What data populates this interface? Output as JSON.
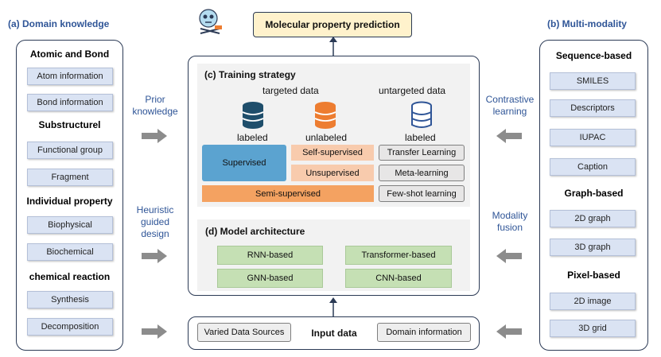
{
  "top_box": "Molecular property prediction",
  "left": {
    "header": "(a) Domain knowledge",
    "sections": [
      {
        "title": "Atomic and Bond",
        "items": [
          "Atom information",
          "Bond  information"
        ]
      },
      {
        "title": "Substructurel",
        "items": [
          "Functional group",
          "Fragment"
        ]
      },
      {
        "title": "Individual property",
        "items": [
          "Biophysical",
          "Biochemical"
        ]
      },
      {
        "title": "chemical reaction",
        "items": [
          "Synthesis",
          "Decomposition"
        ]
      }
    ]
  },
  "right": {
    "header": "(b) Multi-modality",
    "sections": [
      {
        "title": "Sequence-based",
        "items": [
          "SMILES",
          "Descriptors",
          "IUPAC",
          "Caption"
        ]
      },
      {
        "title": "Graph-based",
        "items": [
          "2D graph",
          "3D graph"
        ]
      },
      {
        "title": "Pixel-based",
        "items": [
          "2D image",
          "3D grid"
        ]
      }
    ]
  },
  "labels": {
    "prior": [
      "Prior",
      "knowledge"
    ],
    "heuristic": [
      "Heuristic",
      "guided",
      "design"
    ],
    "contrastive": [
      "Contrastive",
      "learning"
    ],
    "modality": [
      "Modality",
      "fusion"
    ]
  },
  "training": {
    "title": "(c) Training strategy",
    "targeted": "targeted  data",
    "untargeted": "untargeted  data",
    "labeled1": "labeled",
    "unlabeled": "unlabeled",
    "labeled2": "labeled",
    "supervised": "Supervised",
    "self_supervised": "Self-supervised",
    "unsupervised": "Unsupervised",
    "semi_supervised": "Semi-supervised",
    "transfer": "Transfer Learning",
    "meta": "Meta-learning",
    "fewshot": "Few-shot learning"
  },
  "architecture": {
    "title": "(d) Model architecture",
    "models": [
      "RNN-based",
      "Transformer-based",
      "GNN-based",
      "CNN-based"
    ]
  },
  "input": {
    "left_item": "Varied Data Sources",
    "title": "Input data",
    "right_item": "Domain information"
  },
  "colors": {
    "heading_blue": "#2f5597",
    "item_blue": "#dae3f3",
    "supervised_blue": "#5ba3d0",
    "semi_orange": "#f4a261",
    "pink": "#f8cbad",
    "green": "#c5e0b4",
    "db_dark": "#1f4e6b",
    "db_orange": "#ed7d31",
    "db_blue": "#2f5597",
    "top_box_fill": "#fff2cc"
  }
}
